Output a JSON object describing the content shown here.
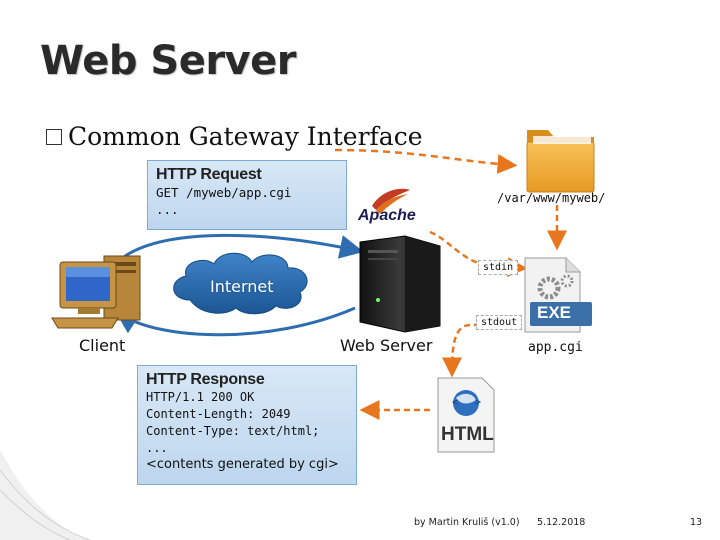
{
  "title": "Web Server",
  "bullet": "Common Gateway Interface",
  "request": {
    "title": "HTTP Request",
    "lines": "GET /myweb/app.cgi\n..."
  },
  "response": {
    "title": "HTTP Response",
    "lines": "HTTP/1.1 200 OK\nContent-Length: 2049\nContent-Type: text/html;\n...",
    "body_note": "<contents generated by cgi>"
  },
  "labels": {
    "path": "/var/www/myweb/",
    "stdin": "stdin",
    "stdout": "stdout",
    "client": "Client",
    "web_server": "Web Server",
    "app": "app.cgi",
    "internet": "Internet"
  },
  "logos": {
    "apache": "Apache",
    "html": "HTML",
    "exe": "EXE"
  },
  "icons": [
    "computer-icon",
    "cloud-icon",
    "server-icon",
    "folder-icon",
    "exe-file-icon",
    "html-file-icon",
    "apache-feather-icon"
  ],
  "colors": {
    "arrow_orange": "#e8761e",
    "arrow_blue": "#2d6db0",
    "folder": "#f0a830",
    "callout_fill": "#c9ddf1"
  },
  "footer": {
    "author": "by Martin Kruliš (v1.0)",
    "date": "5.12.2018",
    "page": "13"
  }
}
